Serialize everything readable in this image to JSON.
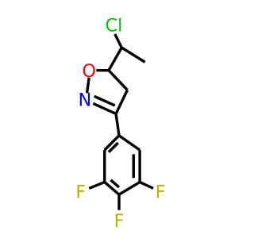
{
  "molecule": {
    "atoms": {
      "cl": {
        "text": "Cl",
        "color": "#00c000"
      },
      "o": {
        "text": "O",
        "color": "#ff0000"
      },
      "n": {
        "text": "N",
        "color": "#0000ff"
      },
      "f_left": {
        "text": "F",
        "color": "#b3b300"
      },
      "f_right": {
        "text": "F",
        "color": "#b3b300"
      },
      "f_bottom": {
        "text": "F",
        "color": "#b3b300"
      }
    },
    "bond_color": "#000000"
  }
}
